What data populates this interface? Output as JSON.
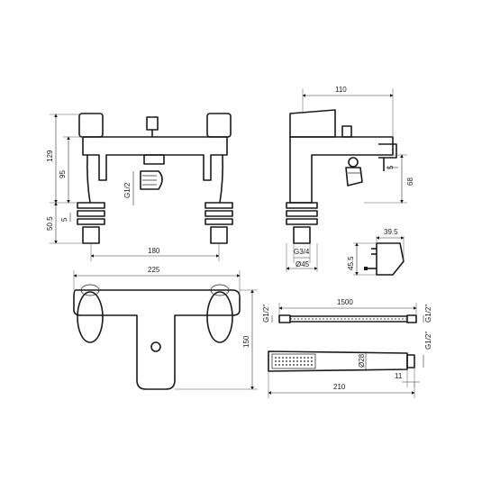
{
  "dimensions": {
    "front_base_to_outlet": "129",
    "front_outlet_offset": "95",
    "front_shank": "50.5",
    "front_centres": "180",
    "front_thread": "G1/2",
    "front_gap": "5",
    "side_projection": "110",
    "side_offset": "5",
    "side_height": "68",
    "side_thread": "G3/4",
    "side_diameter": "Ø45",
    "bracket_depth": "39.5",
    "bracket_height": "45.5",
    "top_width": "225",
    "top_depth": "150",
    "hose_length": "1500",
    "hose_thread_left": "G1/2\"",
    "hose_thread_right": "G1/2\"",
    "handset_length": "210",
    "handset_end": "11",
    "handset_diameter": "Ø28",
    "handset_thread": "G1/2\""
  },
  "colors": {
    "line": "#1a1a1a",
    "background": "#ffffff"
  }
}
